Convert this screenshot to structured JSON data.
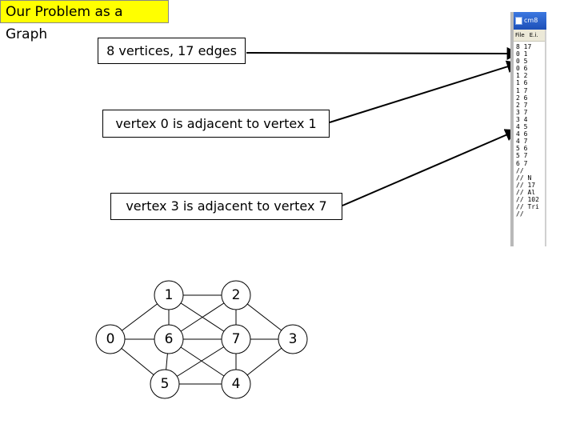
{
  "title": "Our Problem as a Graph",
  "callouts": [
    {
      "text": "8 vertices, 17 edges"
    },
    {
      "text": "vertex 0 is adjacent to vertex 1"
    },
    {
      "text": "vertex 3 is adjacent to vertex 7"
    }
  ],
  "file_window": {
    "title": "cm8",
    "menu": [
      "File",
      "E.i."
    ],
    "lines": [
      "8 17",
      "0 1",
      "0 5",
      "0 6",
      "1 2",
      "1 6",
      "1 7",
      "2 6",
      "2 7",
      "3 7",
      "3 4",
      "4 5",
      "4 6",
      "4 7",
      "5 6",
      "5 7",
      "6 7",
      "//",
      "// N",
      "// 17",
      "// Al",
      "// 102",
      "// Tri",
      "//"
    ]
  },
  "graph": {
    "nodes": [
      {
        "id": "1",
        "label": "1"
      },
      {
        "id": "2",
        "label": "2"
      },
      {
        "id": "0",
        "label": "0"
      },
      {
        "id": "6",
        "label": "6"
      },
      {
        "id": "7",
        "label": "7"
      },
      {
        "id": "3",
        "label": "3"
      },
      {
        "id": "5",
        "label": "5"
      },
      {
        "id": "4",
        "label": "4"
      }
    ],
    "edges": [
      [
        "0",
        "1"
      ],
      [
        "0",
        "5"
      ],
      [
        "0",
        "6"
      ],
      [
        "1",
        "2"
      ],
      [
        "1",
        "6"
      ],
      [
        "1",
        "7"
      ],
      [
        "2",
        "6"
      ],
      [
        "2",
        "7"
      ],
      [
        "2",
        "3"
      ],
      [
        "3",
        "7"
      ],
      [
        "3",
        "4"
      ],
      [
        "4",
        "5"
      ],
      [
        "4",
        "6"
      ],
      [
        "4",
        "7"
      ],
      [
        "5",
        "6"
      ],
      [
        "5",
        "7"
      ],
      [
        "6",
        "7"
      ]
    ]
  }
}
